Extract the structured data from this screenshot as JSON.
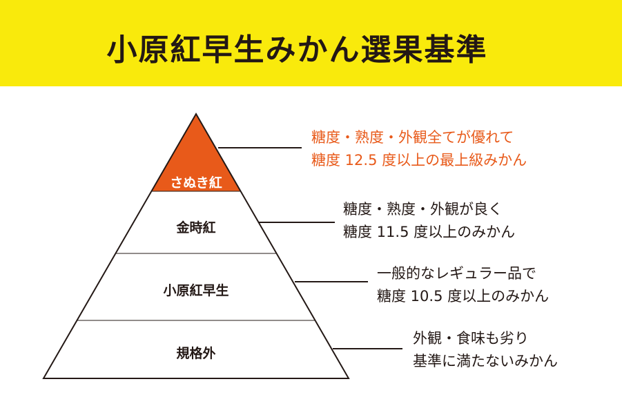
{
  "title": "小原紅早生みかん選果基準",
  "colors": {
    "header": "#F9EA0C",
    "accent": "#E85A1A",
    "text": "#231815"
  },
  "tiers": [
    {
      "name": "さぬき紅",
      "desc": [
        "糖度・熟度・外観全てが優れて",
        "糖度 12.5 度以上の最上級みかん"
      ]
    },
    {
      "name": "金時紅",
      "desc": [
        "糖度・熟度・外観が良く",
        "糖度 11.5 度以上のみかん"
      ]
    },
    {
      "name": "小原紅早生",
      "desc": [
        "一般的なレギュラー品で",
        "糖度 10.5 度以上のみかん"
      ]
    },
    {
      "name": "規格外",
      "desc": [
        "外観・食味も劣り",
        "基準に満たないみかん"
      ]
    }
  ]
}
